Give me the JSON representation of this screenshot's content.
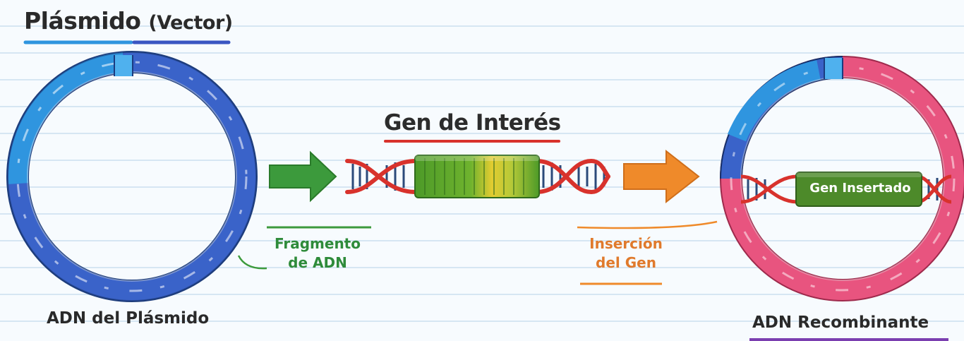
{
  "diagram": {
    "title": "Plásmido",
    "title_sub": "(Vector)",
    "gene_title": "Gen de Interés",
    "plasmid_label": "ADN del Plásmido",
    "fragment_label_line1": "Fragmento",
    "fragment_label_line2": "de ADN",
    "insertion_label_line1": "Inserción",
    "insertion_label_line2": "del Gen",
    "inserted_gene_label": "Gen Insertado",
    "recombinant_label": "ADN Recombinante"
  },
  "colors": {
    "plasmid_blue": "#3a63c9",
    "plasmid_light_blue": "#2f95df",
    "insert_pink": "#e8547f",
    "arrow_green": "#3c9a3c",
    "arrow_orange": "#ef8a2a",
    "dna_red": "#d8322c",
    "gene_green": "#4d9a28",
    "gene_yellow": "#e3cc30",
    "underline_purple": "#7b3fb0"
  }
}
